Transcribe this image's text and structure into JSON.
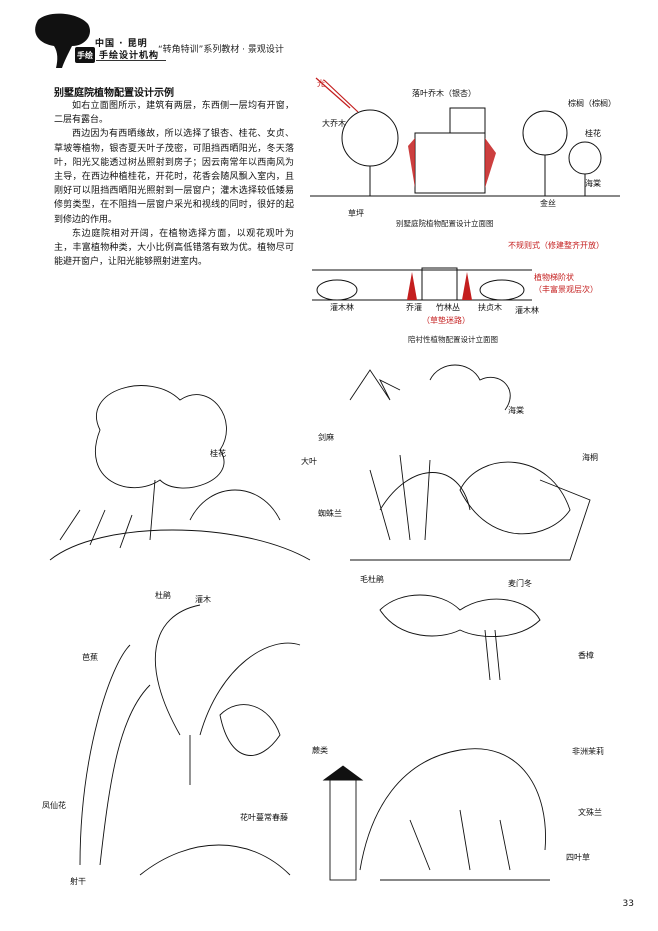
{
  "header": {
    "brand_top": "中国 · 昆明",
    "brand_badge": "手绘",
    "brand_name": "手绘设计机构",
    "series": "“转角特训”系列教材 · 景观设计"
  },
  "section": {
    "title": "别墅庭院植物配置设计示例",
    "paragraphs": [
      "如右立面图所示，建筑有两层，东西侧一层均有开窗，二层有露台。",
      "西边因为有西晒缘故，所以选择了银杏、桂花、女贞、草坡等植物，银杏夏天叶子茂密，可阻挡西晒阳光，冬天落叶，阳光又能透过树丛照射到房子；因云南常年以西南风为主导，在西边种植桂花，开花时，花香会随风飘入室内，且刚好可以阻挡西晒阳光照射到一层窗户；灌木选择较低矮易修剪类型，在不阻挡一层窗户采光和视线的同时，很好的起到修边的作用。",
      "东边庭院相对开阔，在植物选择方面，以观花观叶为主，丰富植物种类，大小比例高低错落有致为优。植物尽可能避开窗户，让阳光能够照射进室内。"
    ]
  },
  "elevation1": {
    "caption": "别墅庭院植物配置设计立面图",
    "labels": {
      "sun": "光",
      "deciduous": "落叶乔木（银杏）",
      "palm": "棕榈（棕榈）",
      "osmanthus": "桂花",
      "cherry": "海棠",
      "grass": "草坪",
      "shrub": "金丝",
      "tree_left": "大乔木"
    }
  },
  "elevation2": {
    "caption": "陪衬性植物配置设计立面图",
    "labels": {
      "note_red1": "不规则式（修建整齐开放）",
      "note_red2": "植物梯阶状",
      "note_red3": "（丰富景观层次）",
      "left": "灌木林",
      "mid1": "乔灌",
      "mid2": "竹林丛",
      "mid3": "扶贞木",
      "right": "灌木林",
      "mid_red": "（草垫迷路）"
    }
  },
  "sketch_labels": {
    "tl_1": "桂花",
    "tl_2": "大叶",
    "tl_3": "杜鹃",
    "tl_4": "灌木",
    "tr_1": "海棠",
    "tr_2": "剑麻",
    "tr_3": "海桐",
    "tr_4": "蜘蛛兰",
    "tr_5": "毛杜鹃",
    "tr_6": "麦门冬",
    "ml_1": "香樟",
    "bl_1": "芭蕉",
    "bl_2": "凤仙花",
    "bl_3": "蕨类",
    "bl_4": "花叶蔓常春藤",
    "bl_5": "射干",
    "br_1": "非洲茉莉",
    "br_2": "文殊兰",
    "br_3": "四叶草"
  },
  "page_number": "33"
}
